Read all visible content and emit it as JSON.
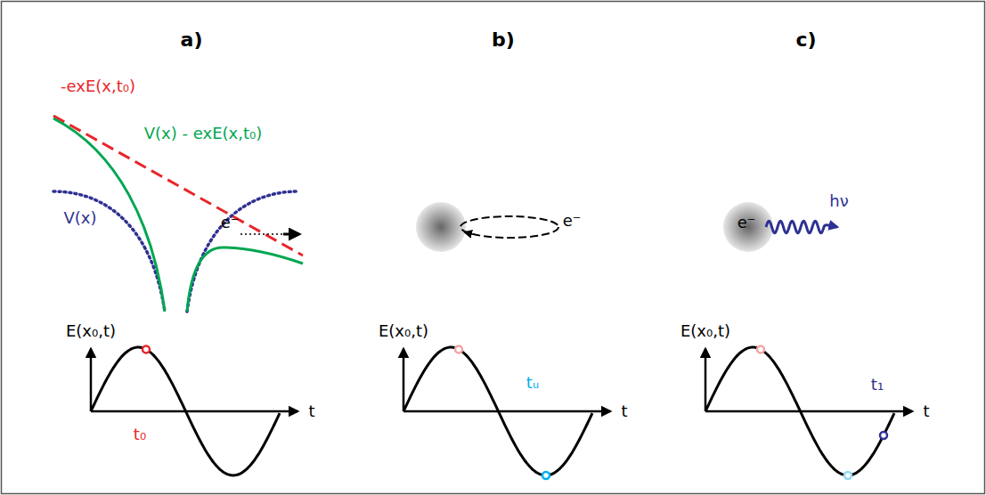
{
  "diagram": {
    "labels": [
      "a)",
      "b)",
      "c)",
      "-exE(x,t₀)",
      "V(x) - exE(x,t₀)",
      "V(x)",
      "e⁻",
      "E(x₀,t)",
      "t",
      "t₀",
      "e⁻",
      "E(x₀,t)",
      "t",
      "tᵤ",
      "e⁻",
      "hν",
      "E(x₀,t)",
      "t",
      "t₁"
    ]
  }
}
